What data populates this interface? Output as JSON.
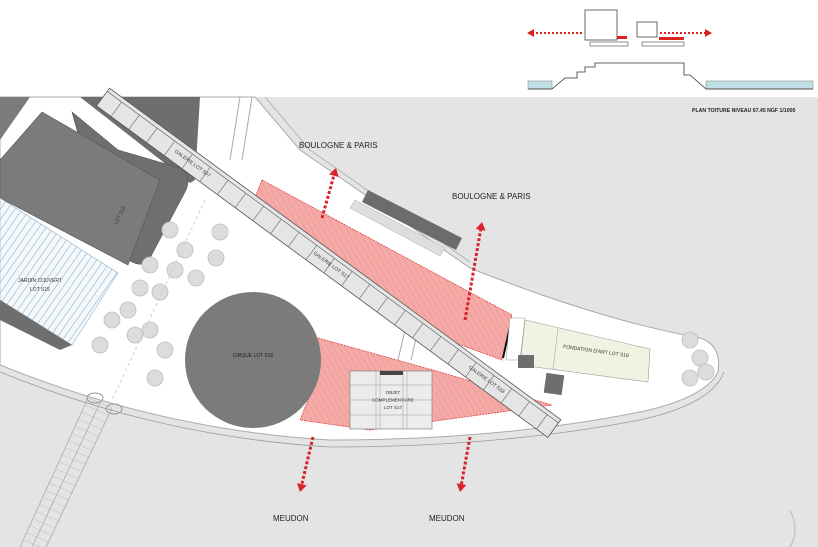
{
  "section": {
    "caption": "PLAN TOITURE NIVEAU 67.45 NGF  1/1000"
  },
  "labels": {
    "galerie_top": "GALERIE LOT S07",
    "galerie_mid": "GALERIE LOT S17",
    "galerie_low": "GALERIE LOT S18",
    "lot_s12": "LOT S12",
    "jardin_line1": "JARDIN COUVERT",
    "jardin_line2": "LOT S15",
    "cirque": "CIRQUE LOT S16",
    "objet_line1": "OBJET",
    "objet_line2": "COMPLEMENTAIRE",
    "objet_line3": "LOT S17",
    "fondation": "FONDATION D'ART LOT S18"
  },
  "directions": {
    "north_left": "BOULOGNE & PARIS",
    "north_right": "BOULOGNE & PARIS",
    "south_left": "MEUDON",
    "south_right": "MEUDON"
  },
  "colors": {
    "water": "#e4e4e4",
    "building": "#7b7b7b",
    "highlight_red": "#e8413f",
    "red_zone": "#f4a9a6",
    "fondation": "#f1f2e1",
    "section_water": "#bfe0e6"
  }
}
